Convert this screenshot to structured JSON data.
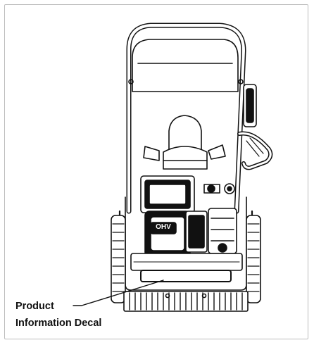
{
  "figure": {
    "engine_badge": "OHV",
    "callout": {
      "line1": "Product",
      "line2": "Information Decal"
    }
  },
  "colors": {
    "frame_border": "#bdbdbd",
    "line": "#111111",
    "background": "#ffffff"
  }
}
